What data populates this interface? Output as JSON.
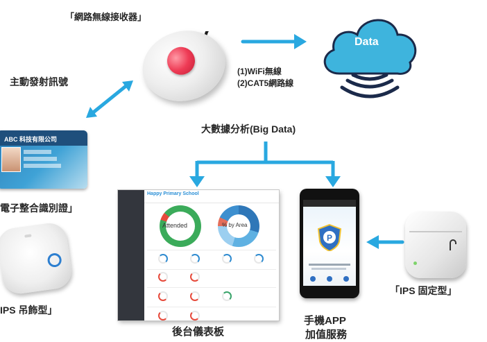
{
  "labels": {
    "receiver": "「網路無線接收器」",
    "emit_signal": "主動發射訊號",
    "conn_1": "(1)WiFi無線",
    "conn_2": "(2)CAT5網路線",
    "big_data": "大數據分析(Big Data)",
    "id_card": "電子整合識別證」",
    "pendant": "IPS 吊飾型」",
    "dashboard": "後台儀表板",
    "app_line1": "手機APP",
    "app_line2": "加值服務",
    "fixed": "「IPS 固定型」"
  },
  "cloud": {
    "label": "Data"
  },
  "id_card": {
    "company": "ABC 科技有限公司"
  },
  "dashboard_screen": {
    "title": "Happy Primary School",
    "gauge1_label": "Attended",
    "gauge2_label": "% by Area"
  },
  "colors": {
    "arrow": "#29a8e0",
    "cloud": "#3eb4dd",
    "wave": "#1b2a4a",
    "text": "#262626"
  }
}
